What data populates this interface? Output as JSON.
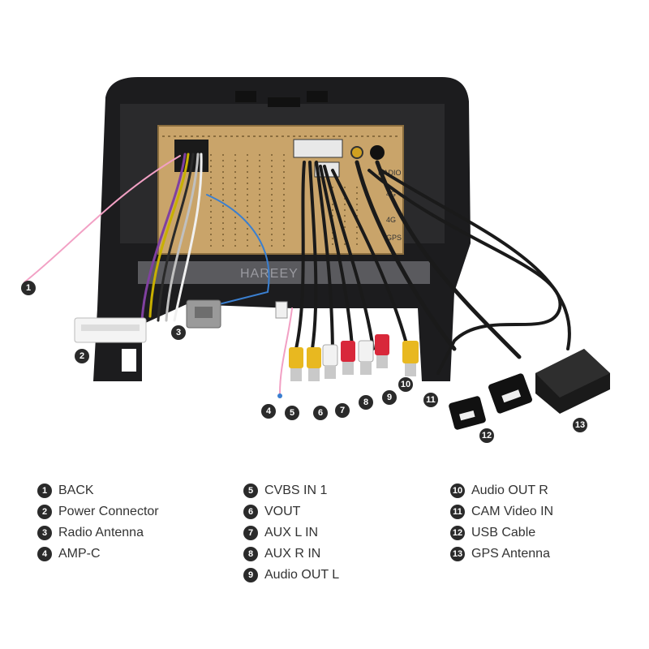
{
  "watermark": "HAREEY",
  "board_labels": {
    "radio": "RADIO",
    "fourg_a": "4G",
    "fourg_b": "4G",
    "gps": "GPS"
  },
  "callouts": [
    "1",
    "2",
    "3",
    "4",
    "5",
    "6",
    "7",
    "8",
    "9",
    "10",
    "11",
    "12",
    "13"
  ],
  "legend": {
    "col1": [
      {
        "num": "1",
        "label": "BACK"
      },
      {
        "num": "2",
        "label": "Power Connector"
      },
      {
        "num": "3",
        "label": "Radio Antenna"
      },
      {
        "num": "4",
        "label": "AMP-C"
      }
    ],
    "col2": [
      {
        "num": "5",
        "label": "CVBS IN 1"
      },
      {
        "num": "6",
        "label": "VOUT"
      },
      {
        "num": "7",
        "label": "AUX L IN"
      },
      {
        "num": "8",
        "label": "AUX R IN"
      },
      {
        "num": "9",
        "label": "Audio OUT L"
      }
    ],
    "col3": [
      {
        "num": "10",
        "label": "Audio OUT R"
      },
      {
        "num": "11",
        "label": "CAM Video IN"
      },
      {
        "num": "12",
        "label": "USB Cable"
      },
      {
        "num": "13",
        "label": "GPS Antenna"
      }
    ]
  },
  "colors": {
    "frame": "#1c1c1e",
    "board": "#c9a46a",
    "pink": "#f2a0c4",
    "yellow": "#e8b820",
    "red": "#d8283a",
    "white": "#f2f2f2",
    "blue": "#3a7fd0"
  }
}
